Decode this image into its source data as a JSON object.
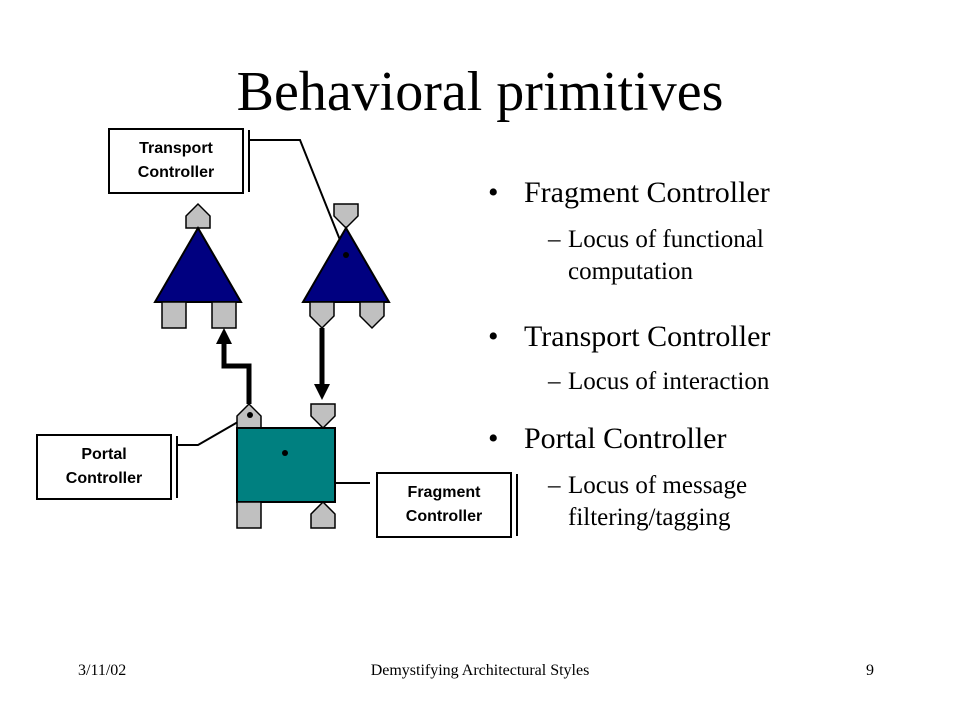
{
  "title": "Behavioral primitives",
  "callouts": {
    "transport": [
      "Transport",
      "Controller"
    ],
    "portal": [
      "Portal",
      "Controller"
    ],
    "fragment": [
      "Fragment",
      "Controller"
    ]
  },
  "bullets": [
    {
      "text": "Fragment Controller",
      "sub": [
        "Locus of functional",
        "computation"
      ]
    },
    {
      "text": "Transport Controller",
      "sub": [
        "Locus of interaction"
      ]
    },
    {
      "text": "Portal Controller",
      "sub": [
        "Locus of message",
        "filtering/tagging"
      ]
    }
  ],
  "sub_dash": "–",
  "footer": {
    "date": "3/11/02",
    "center": "Demystifying Architectural Styles",
    "page": "9"
  },
  "colors": {
    "triangle": "#000080",
    "box": "#008080",
    "port": "#c0c0c0"
  }
}
